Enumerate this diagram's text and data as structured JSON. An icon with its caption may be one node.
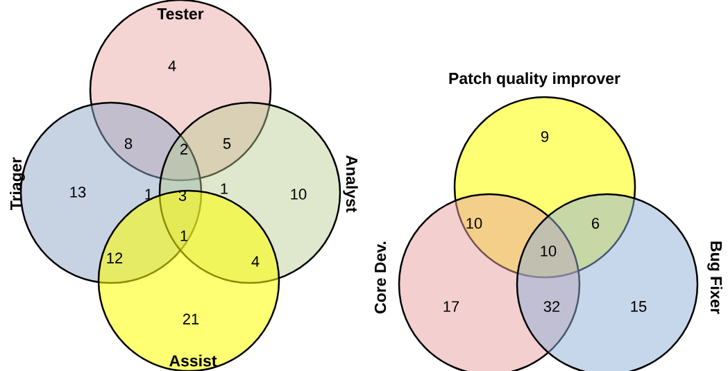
{
  "diagram": {
    "nodes": [
      {
        "text": [
          "Tester"
        ]
      },
      {
        "text": [
          "Triager"
        ]
      },
      {
        "text": [
          "Analyst"
        ]
      },
      {
        "text": [
          "Assist"
        ]
      },
      {
        "text": [
          "Patch quality improver"
        ]
      },
      {
        "text": [
          "Core Dev."
        ]
      },
      {
        "text": [
          "Bug Fixer"
        ]
      }
    ],
    "edges": [],
    "labels": [
      "4",
      "8",
      "2",
      "5",
      "13",
      "1",
      "3",
      "1",
      "10",
      "1",
      "12",
      "4",
      "21",
      "9",
      "10",
      "6",
      "10",
      "17",
      "32",
      "15"
    ]
  }
}
